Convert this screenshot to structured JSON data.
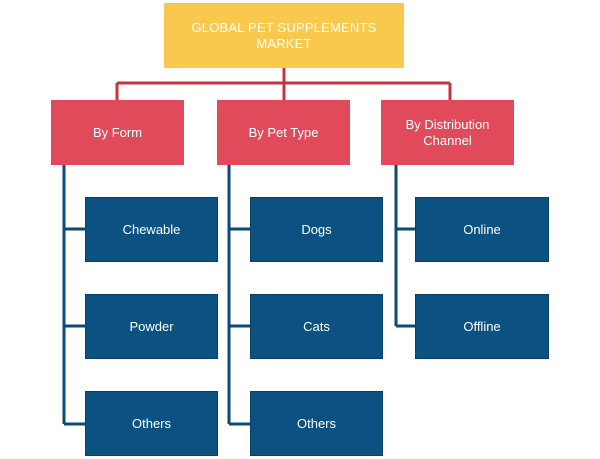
{
  "root": {
    "label": "GLOBAL PET SUPPLEMENTS MARKET"
  },
  "categories": [
    {
      "label": "By Form",
      "items": [
        "Chewable",
        "Powder",
        "Others"
      ]
    },
    {
      "label": "By Pet Type",
      "items": [
        "Dogs",
        "Cats",
        "Others"
      ]
    },
    {
      "label": "By Distribution Channel",
      "items": [
        "Online",
        "Offline"
      ]
    }
  ],
  "colors": {
    "root": "#f9c94e",
    "category": "#e04a5a",
    "leaf": "#0b5283",
    "connector_red": "#c8323f",
    "connector_navy": "#0b4a77"
  }
}
